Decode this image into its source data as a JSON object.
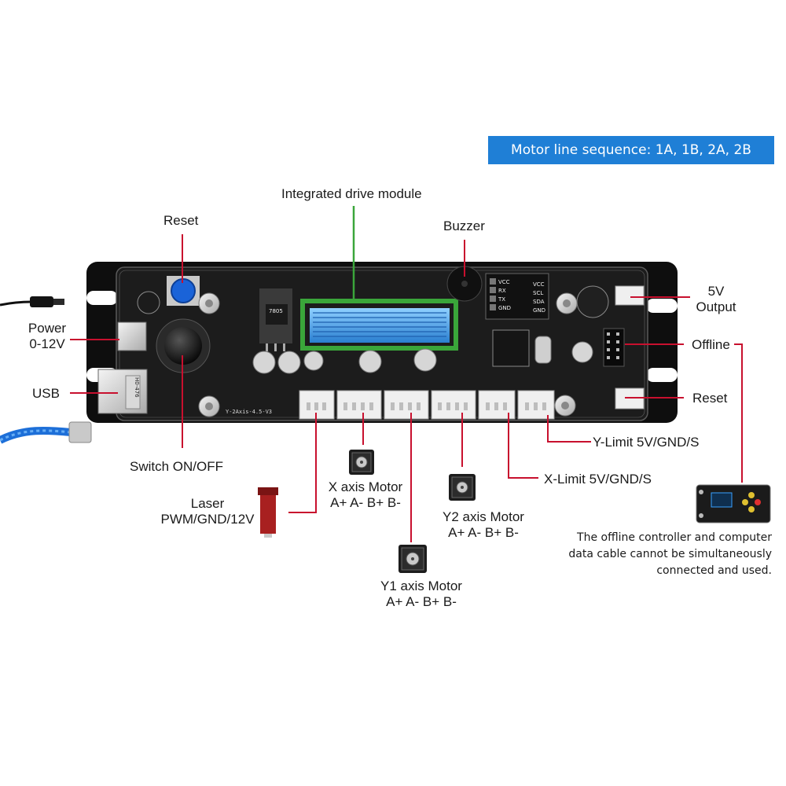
{
  "banner": {
    "text": "Motor line sequence: 1A, 1B, 2A, 2B",
    "color": "#1f7fd6"
  },
  "callouts": {
    "integrated_drive_module": "Integrated drive module",
    "reset_top": "Reset",
    "buzzer": "Buzzer",
    "power": [
      "Power",
      "0-12V"
    ],
    "usb": "USB",
    "switch": "Switch ON/OFF",
    "five_v_output": [
      "5V",
      "Output"
    ],
    "offline": "Offline",
    "reset_right": "Reset",
    "y_limit": "Y-Limit 5V/GND/S",
    "x_limit": "X-Limit 5V/GND/S",
    "laser": [
      "Laser",
      "PWM/GND/12V"
    ],
    "x_motor": [
      "X axis Motor",
      "A+ A- B+ B-"
    ],
    "y2_motor": [
      "Y2 axis Motor",
      "A+ A- B+ B-"
    ],
    "y1_motor": [
      "Y1 axis Motor",
      "A+ A- B+ B-"
    ]
  },
  "note": [
    "The offline controller and computer",
    "data cable cannot be simultaneously",
    "connected and used."
  ],
  "board": {
    "silkscreen": "Y-2Axis-4.5-V3",
    "regulator": "7805",
    "usb_label": "H0-476",
    "header_pins": [
      "VCC",
      "RX",
      "TX",
      "GND"
    ],
    "header_pins_right": [
      "VCC",
      "SCL",
      "SDA",
      "GND"
    ]
  },
  "colors": {
    "leader_line": "#c8102e",
    "highlight_box": "#3aa63a",
    "heatsink": "#4a9fe8",
    "pcb": "#1c1c1c",
    "reset_button": "#1a63d8"
  },
  "icons": [
    "power-plug-icon",
    "usb-cable-icon",
    "stepper-motor-icon",
    "laser-module-icon",
    "offline-controller-icon"
  ]
}
